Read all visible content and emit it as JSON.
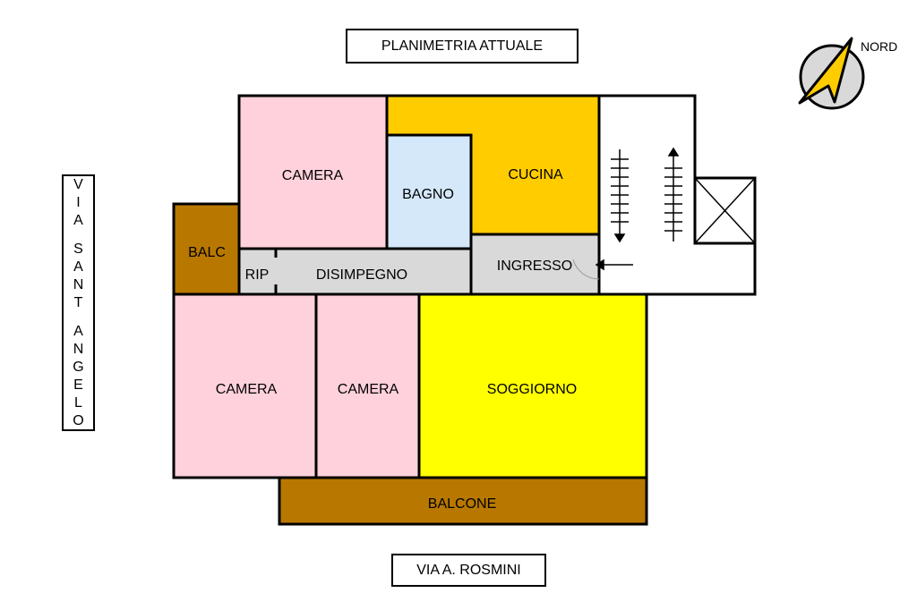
{
  "title": "PLANIMETRIA ATTUALE",
  "compass": {
    "label": "NORD"
  },
  "streets": {
    "left": "VIA SANT ANGELO",
    "bottom": "VIA A. ROSMINI"
  },
  "rooms": {
    "camera_top": "CAMERA",
    "bagno": "BAGNO",
    "cucina": "CUCINA",
    "balc": "BALC",
    "rip": "RIP",
    "disimpegno": "DISIMPEGNO",
    "ingresso": "INGRESSO",
    "camera_left": "CAMERA",
    "camera_mid": "CAMERA",
    "soggiorno": "SOGGIORNO",
    "balcone": "BALCONE"
  },
  "colors": {
    "camera": "#ffd1dc",
    "bagno": "#d4e8fa",
    "cucina": "#ffcc00",
    "soggiorno": "#ffff00",
    "balcone": "#b87800",
    "corridor": "#d9d9d9"
  }
}
